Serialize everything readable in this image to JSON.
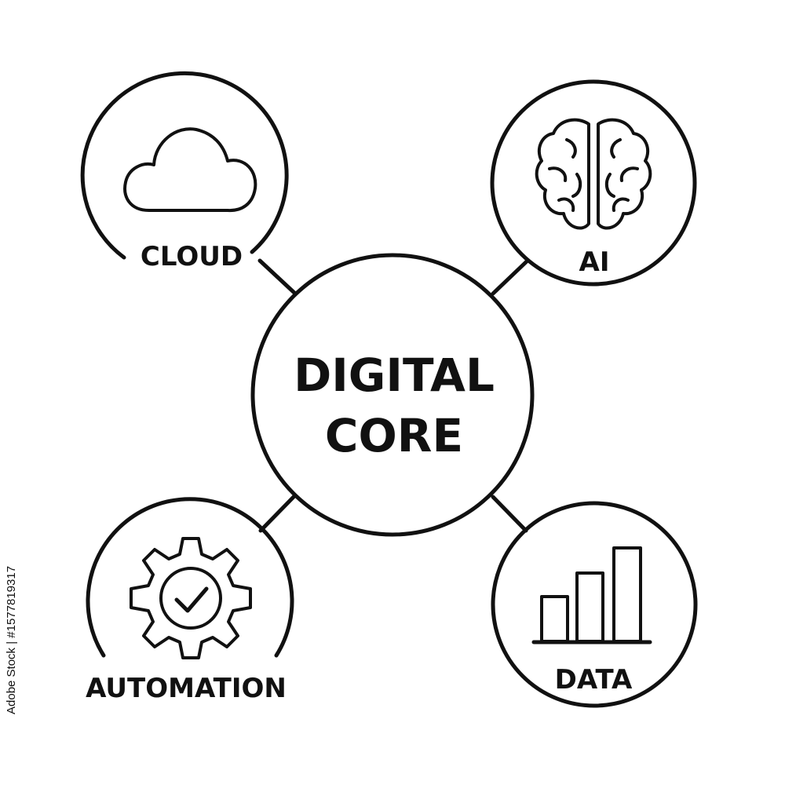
{
  "center": {
    "line1": "DIGITAL",
    "line2": "CORE"
  },
  "nodes": {
    "cloud": {
      "label": "CLOUD",
      "icon": "cloud-icon"
    },
    "ai": {
      "label": "AI",
      "icon": "brain-icon"
    },
    "automation": {
      "label": "AUTOMATION",
      "icon": "gear-check-icon"
    },
    "data": {
      "label": "DATA",
      "icon": "bar-chart-icon"
    }
  },
  "colors": {
    "stroke": "#111111",
    "background": "#ffffff"
  },
  "stock_id": "Adobe Stock | #1577819317"
}
